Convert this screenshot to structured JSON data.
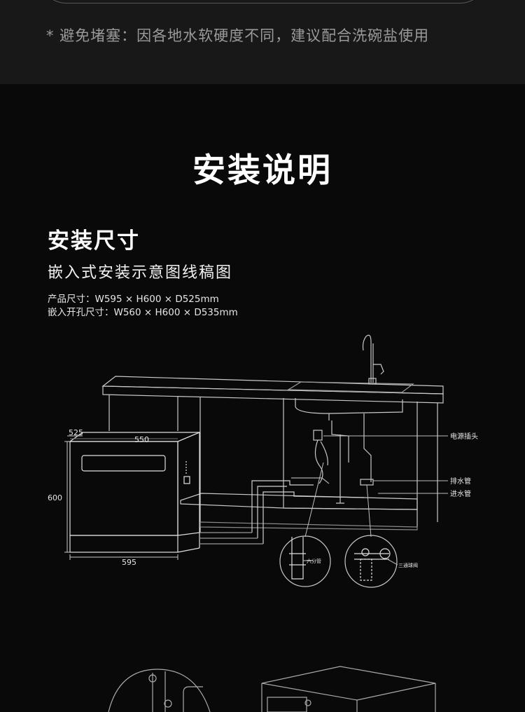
{
  "notice": {
    "text": "* 避免堵塞：因各地水软硬度不同，建议配合洗碗盐使用"
  },
  "page": {
    "title": "安装说明"
  },
  "section": {
    "title": "安装尺寸",
    "subtitle": "嵌入式安装示意图线稿图",
    "product_size": "产品尺寸：W595 × H600 × D525mm",
    "cutout_size": "嵌入开孔尺寸：W560 × H600 × D535mm"
  },
  "diagram": {
    "dimensions": {
      "depth": "525",
      "top_width": "550",
      "height": "600",
      "bottom_width": "595"
    },
    "callouts": {
      "power_plug": "电源插头",
      "drain_pipe": "排水管",
      "inlet_pipe": "进水管",
      "six_way_pipe": "六分管",
      "three_way_valve": "三通球阀"
    }
  }
}
